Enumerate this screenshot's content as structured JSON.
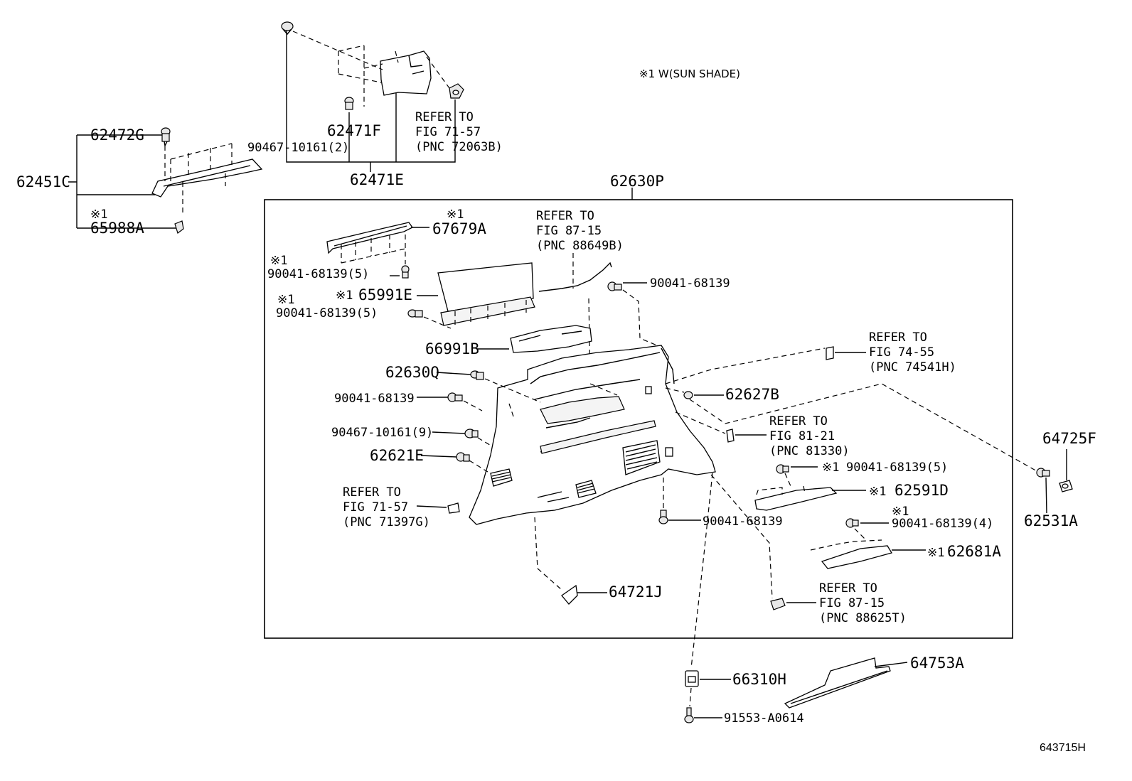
{
  "note": {
    "text": "※1 W(SUN SHADE)"
  },
  "illustration_code": "643715H",
  "labels": {
    "p62472G": "62472G",
    "p62451C": "62451C",
    "mark_65988A": "※1",
    "p65988A": "65988A",
    "p62471F": "62471F",
    "p90467_10161_2": "90467-10161(2)",
    "p62471E": "62471E",
    "ref_72063B_1": "REFER TO",
    "ref_72063B_2": "FIG 71-57",
    "ref_72063B_3": "(PNC 72063B)",
    "p62630P": "62630P",
    "mark_67679A": "※1",
    "p67679A": "67679A",
    "ref_88649B_1": "REFER TO",
    "ref_88649B_2": "FIG 87-15",
    "ref_88649B_3": "(PNC 88649B)",
    "mark_90041_a": "※1",
    "p90041_a": "90041-68139(5)",
    "mark_65991E": "※1",
    "p65991E": "65991E",
    "mark_90041_b": "※1",
    "p90041_b": "90041-68139(5)",
    "p90041_c": "90041-68139",
    "p66991B": "66991B",
    "ref_74541H_1": "REFER TO",
    "ref_74541H_2": "FIG 74-55",
    "ref_74541H_3": "(PNC 74541H)",
    "p62630Q": "62630Q",
    "p62627B": "62627B",
    "p90041_d": "90041-68139",
    "ref_81330_1": "REFER TO",
    "ref_81330_2": "FIG 81-21",
    "ref_81330_3": "(PNC 81330)",
    "p90467_10161_9": "90467-10161(9)",
    "p64725F": "64725F",
    "p62621E": "62621E",
    "mark_90041_e": "※1",
    "p90041_e": "90041-68139(5)",
    "ref_71397G_1": "REFER TO",
    "ref_71397G_2": "FIG 71-57",
    "ref_71397G_3": "(PNC 71397G)",
    "mark_62591D": "※1",
    "p62591D": "62591D",
    "p62531A": "62531A",
    "p90041_f": "90041-68139",
    "mark_90041_g": "※1",
    "p90041_g": "90041-68139(4)",
    "mark_62681A": "※1",
    "p62681A": "62681A",
    "p64721J": "64721J",
    "ref_88625T_1": "REFER TO",
    "ref_88625T_2": "FIG 87-15",
    "ref_88625T_3": "(PNC 88625T)",
    "p66310H": "66310H",
    "p64753A": "64753A",
    "p91553_A0614": "91553-A0614"
  }
}
